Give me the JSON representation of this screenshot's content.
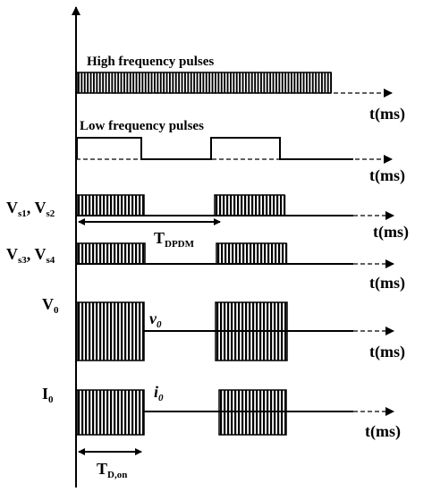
{
  "labels": {
    "hf_pulses": "High frequency pulses",
    "lf_pulses": "Low frequency pulses",
    "time_axis": "t(ms)",
    "vs12": {
      "a": "V",
      "a_sub": "s1",
      "sep": ", V",
      "b_sub": "s2"
    },
    "vs34": {
      "a": "V",
      "a_sub": "s3",
      "sep": ", V",
      "b_sub": "s4"
    },
    "v0": {
      "main": "V",
      "sub": "0"
    },
    "i0": {
      "main": "I",
      "sub": "0"
    },
    "v0_wave": {
      "main": "v",
      "sub": "0"
    },
    "i0_wave": {
      "main": "i",
      "sub": "0"
    },
    "t_dpdm": {
      "main": "T",
      "sub": "DPDM"
    },
    "t_don": {
      "main": "T",
      "sub": "D,on"
    }
  },
  "colors": {
    "ink": "#000000",
    "background": "#ffffff"
  }
}
